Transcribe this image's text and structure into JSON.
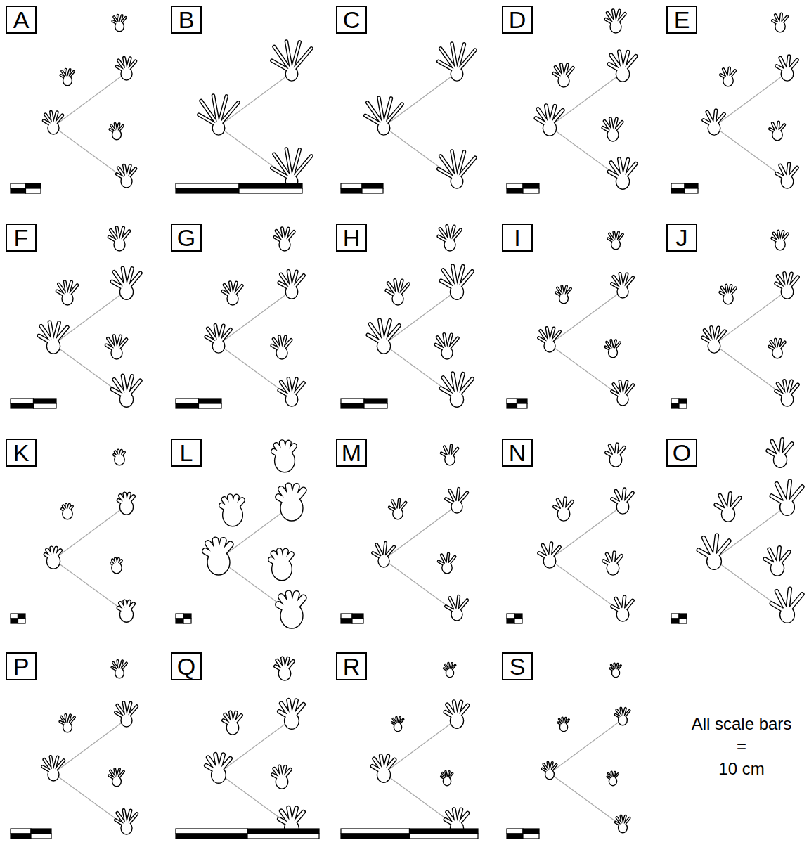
{
  "diagram": {
    "nodes": [
      {
        "text": [
          "A"
        ]
      },
      {
        "text": [
          "B"
        ]
      },
      {
        "text": [
          "C"
        ]
      },
      {
        "text": [
          "D"
        ]
      },
      {
        "text": [
          "E"
        ]
      },
      {
        "text": [
          "F"
        ]
      },
      {
        "text": [
          "G"
        ]
      },
      {
        "text": [
          "H"
        ]
      },
      {
        "text": [
          "I"
        ]
      },
      {
        "text": [
          "J"
        ]
      },
      {
        "text": [
          "K"
        ]
      },
      {
        "text": [
          "L"
        ]
      },
      {
        "text": [
          "M"
        ]
      },
      {
        "text": [
          "N"
        ]
      },
      {
        "text": [
          "O"
        ]
      },
      {
        "text": [
          "P"
        ]
      },
      {
        "text": [
          "Q"
        ]
      },
      {
        "text": [
          "R"
        ]
      },
      {
        "text": [
          "S"
        ]
      }
    ],
    "labels": [
      "All scale bars",
      "=",
      "10 cm"
    ]
  }
}
